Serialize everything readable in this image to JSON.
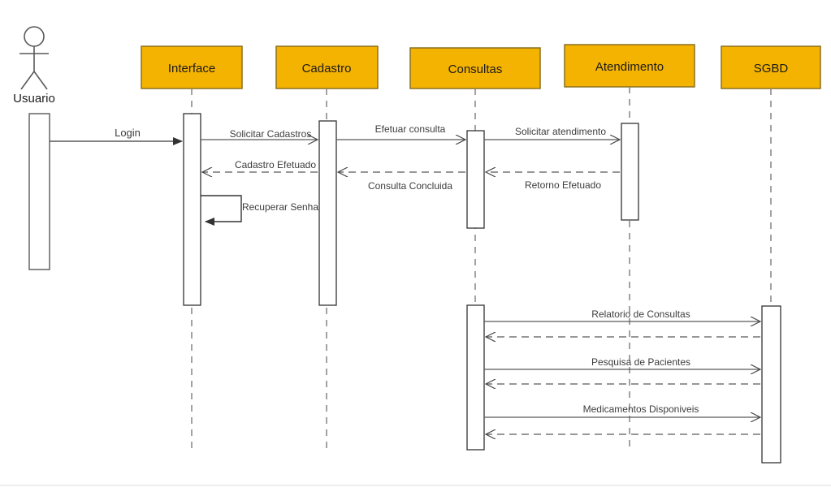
{
  "diagram": {
    "type": "uml-sequence-diagram",
    "title": "",
    "background_color": "#ffffff",
    "participant_fill": "#f5b301",
    "participant_stroke": "#8a7020",
    "line_color": "#595959",
    "text_color": "#3d3d3d",
    "bottom_separator_color": "#e8e8e8"
  },
  "actor": {
    "name": "usuario",
    "label": "Usuario",
    "icon": "stick-figure-actor-icon"
  },
  "participants": [
    {
      "id": "interface",
      "label": "Interface"
    },
    {
      "id": "cadastro",
      "label": "Cadastro"
    },
    {
      "id": "consultas",
      "label": "Consultas"
    },
    {
      "id": "atendimento",
      "label": "Atendimento"
    },
    {
      "id": "sgbd",
      "label": "SGBD"
    }
  ],
  "messages": [
    {
      "id": "m1",
      "label": "Login",
      "from": "usuario",
      "to": "interface",
      "kind": "call",
      "arrow": "filled"
    },
    {
      "id": "m2",
      "label": "Solicitar Cadastros",
      "from": "interface",
      "to": "cadastro",
      "kind": "call",
      "arrow": "open"
    },
    {
      "id": "m3",
      "label": "Efetuar consulta",
      "from": "cadastro",
      "to": "consultas",
      "kind": "call",
      "arrow": "open"
    },
    {
      "id": "m4",
      "label": "Solicitar atendimento",
      "from": "consultas",
      "to": "atendimento",
      "kind": "call",
      "arrow": "open"
    },
    {
      "id": "m5",
      "label": "Cadastro Efetuado",
      "from": "cadastro",
      "to": "interface",
      "kind": "return",
      "arrow": "open"
    },
    {
      "id": "m6",
      "label": "Consulta Concluida",
      "from": "consultas",
      "to": "cadastro",
      "kind": "return",
      "arrow": "open"
    },
    {
      "id": "m7",
      "label": "Retorno Efetuado",
      "from": "atendimento",
      "to": "consultas",
      "kind": "return",
      "arrow": "open"
    },
    {
      "id": "m8",
      "label": "Recuperar Senha",
      "from": "interface",
      "to": "interface",
      "kind": "self",
      "arrow": "filled"
    },
    {
      "id": "m9",
      "label": "Relatorio de Consultas",
      "from": "consultas",
      "to": "sgbd",
      "kind": "call",
      "arrow": "open"
    },
    {
      "id": "m10",
      "label": "",
      "from": "sgbd",
      "to": "consultas",
      "kind": "return",
      "arrow": "open"
    },
    {
      "id": "m11",
      "label": "Pesquisa de Pacientes",
      "from": "consultas",
      "to": "sgbd",
      "kind": "call",
      "arrow": "open"
    },
    {
      "id": "m12",
      "label": "",
      "from": "sgbd",
      "to": "consultas",
      "kind": "return",
      "arrow": "open"
    },
    {
      "id": "m13",
      "label": "Medicamentos Disponiveis",
      "from": "consultas",
      "to": "sgbd",
      "kind": "call",
      "arrow": "open"
    },
    {
      "id": "m14",
      "label": "",
      "from": "sgbd",
      "to": "consultas",
      "kind": "return",
      "arrow": "open"
    }
  ]
}
